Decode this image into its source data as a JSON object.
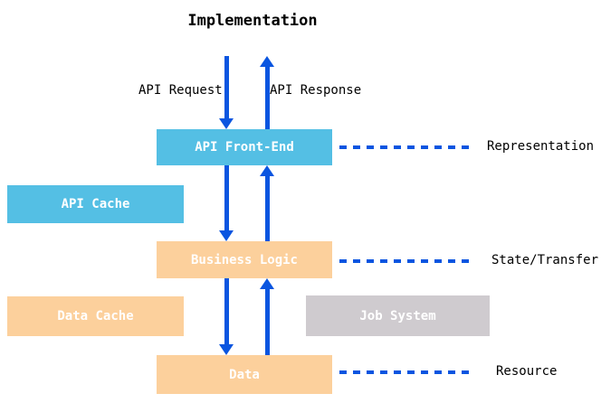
{
  "title": "Implementation",
  "edges": {
    "request_label": "API Request",
    "response_label": "API Response"
  },
  "nodes": {
    "api_front_end": {
      "label": "API Front-End"
    },
    "api_cache": {
      "label": "API Cache"
    },
    "business_logic": {
      "label": "Business Logic"
    },
    "data_cache": {
      "label": "Data Cache"
    },
    "job_system": {
      "label": "Job System"
    },
    "data": {
      "label": "Data"
    }
  },
  "layers": {
    "representation": "Representation",
    "state_transfer": "State/Transfer",
    "resource": "Resource"
  },
  "colors": {
    "box-blue": "#54bfe4",
    "box-orange": "#fcd09c",
    "box-gray": "#cfcbcf",
    "arrow-blue": "#0a55e0",
    "box-text": "#ffffff",
    "text": "#000000",
    "background": "#ffffff"
  }
}
